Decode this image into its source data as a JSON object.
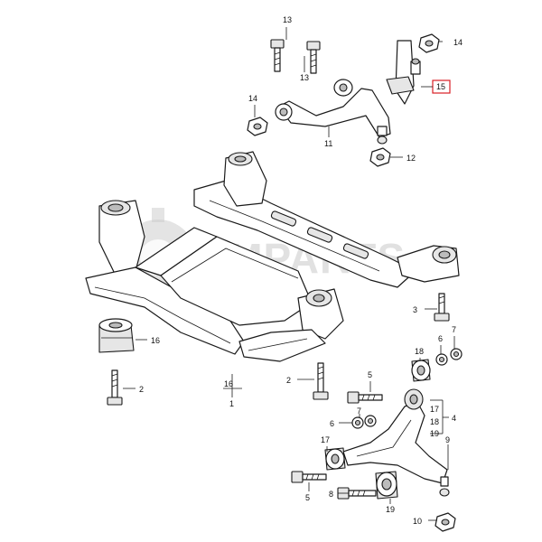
{
  "watermark": {
    "text": "RMPARTS"
  },
  "highlight_color": "#d81f26",
  "callouts": {
    "c13a": "13",
    "c13b": "13",
    "c14a": "14",
    "c14b": "14",
    "c15": "15",
    "c11": "11",
    "c12": "12",
    "c16a": "16",
    "c16b": "16",
    "c1": "1",
    "c2a": "2",
    "c2b": "2",
    "c3": "3",
    "c18a": "18",
    "c6a": "6",
    "c7a": "7",
    "c5a": "5",
    "c7b": "7",
    "c6b": "6",
    "c17a": "17",
    "c18b": "18",
    "c19a": "19",
    "c4": "4",
    "c17b": "17",
    "c9": "9",
    "c5b": "5",
    "c8": "8",
    "c19b": "19",
    "c10": "10"
  }
}
